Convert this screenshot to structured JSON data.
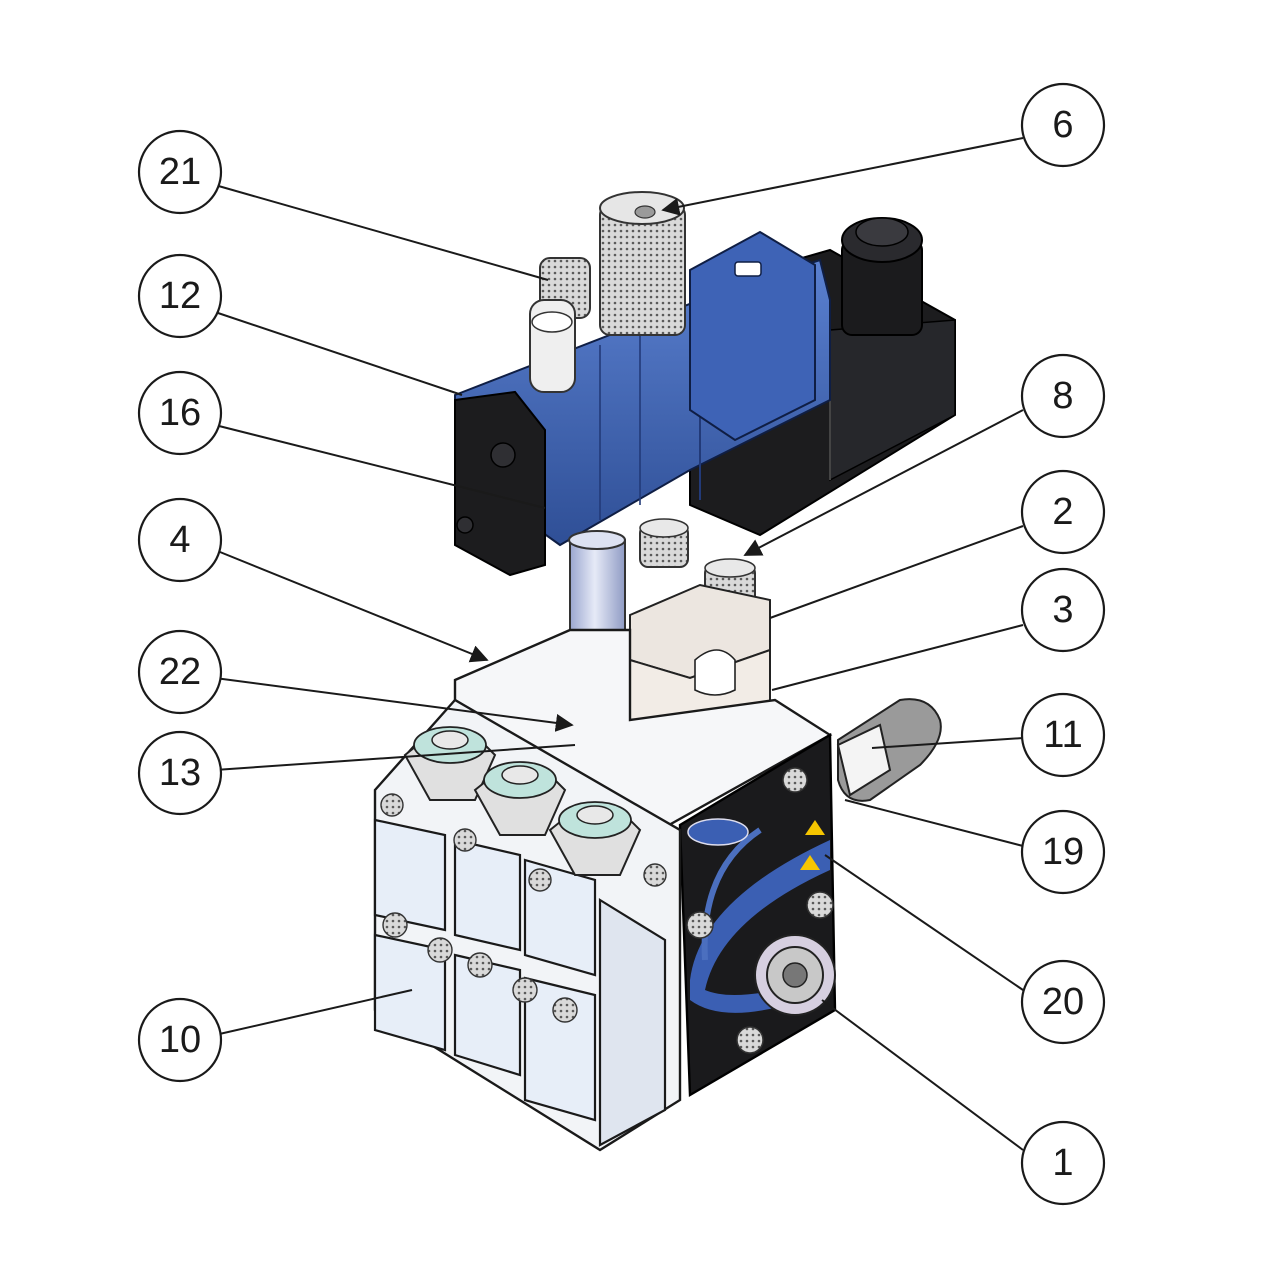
{
  "callouts": [
    {
      "label": "6"
    },
    {
      "label": "21"
    },
    {
      "label": "12"
    },
    {
      "label": "16"
    },
    {
      "label": "8"
    },
    {
      "label": "4"
    },
    {
      "label": "2"
    },
    {
      "label": "22"
    },
    {
      "label": "3"
    },
    {
      "label": "13"
    },
    {
      "label": "11"
    },
    {
      "label": "19"
    },
    {
      "label": "20"
    },
    {
      "label": "10"
    },
    {
      "label": "1"
    }
  ],
  "colors": {
    "valve_blue": "#3c62b4",
    "valve_black": "#1c1c1e",
    "block_white": "#f3f5f8",
    "panel_blue": "#e7eef8",
    "clamp": "#ece6e0",
    "tube": "#c9d1ea"
  }
}
